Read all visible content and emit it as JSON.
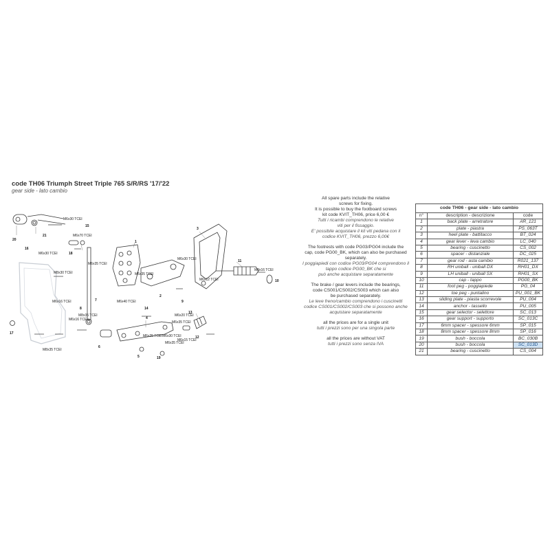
{
  "header": {
    "title": "code TH06 Triumph Street Triple 765 S/R/RS '17/'22",
    "subtitle": "gear side - lato cambio"
  },
  "notes": [
    {
      "lines": [
        "All spare parts include the relative",
        "screws for fixing.",
        "It is possible to buy the footboard screws",
        "kit code KVIT_TH06, price 6,00 €"
      ],
      "italic": false
    },
    {
      "lines": [
        "Tutti i ricambi comprendono le relative",
        "viti per il fissaggio.",
        "E' possibile acquistare il kit viti pedana con il",
        "codice KVIT_TH06, prezzo 6,00€"
      ],
      "italic": true
    },
    {
      "lines": [
        "The footrests with code PG03/PG04 include the",
        "cap, code PG00_BK, which can also be purchased",
        "separately."
      ],
      "italic": false
    },
    {
      "lines": [
        "I poggiapiedi con codice PG03/PG04 comprendono il",
        "tappo codice PG00_BK che si",
        "può anche acquistare separatamente"
      ],
      "italic": true
    },
    {
      "lines": [
        "The brake / gear levers include the bearings,",
        "code CS001/CS002/CS003 which can also",
        "be purchased separately."
      ],
      "italic": false
    },
    {
      "lines": [
        "Le leve freno/cambio comprendono i cuscinetti",
        "codice CS001/CS002/CS003 che si possono anche",
        "acquistare separatamente"
      ],
      "italic": true
    },
    {
      "lines": [
        "all the prices are for a single unit"
      ],
      "italic": false
    },
    {
      "lines": [
        "tutti i prezzi sono per una singola parte"
      ],
      "italic": true
    },
    {
      "lines": [
        "all the prices are without VAT"
      ],
      "italic": false
    },
    {
      "lines": [
        "tutti i prezzi sono senza IVA"
      ],
      "italic": true
    }
  ],
  "table": {
    "caption": "code TH06 - gear side - lato cambio",
    "headers": [
      "n°",
      "description - descrizione",
      "code"
    ],
    "rows": [
      [
        "1",
        "back plate - arretratore",
        "AR_121"
      ],
      [
        "2",
        "plate - piastra",
        "PS_063T"
      ],
      [
        "3",
        "heel plate - battitacco",
        "BT_024"
      ],
      [
        "4",
        "gear lever - leva cambio",
        "LC_040"
      ],
      [
        "5",
        "bearing - cuscinetto",
        "CS_002"
      ],
      [
        "6",
        "spacer - distanziale",
        "DC_025"
      ],
      [
        "7",
        "gear rod - asta cambio",
        "R021_137"
      ],
      [
        "8",
        "RH uniball - uniball DX",
        "RH01_DX"
      ],
      [
        "9",
        "LH uniball - uniball SX",
        "RH01_SX"
      ],
      [
        "10",
        "cap - tappo",
        "PG00_BK"
      ],
      [
        "11",
        "foot peg - poggiapiede",
        "PG_04"
      ],
      [
        "12",
        "toe peg - puntalino",
        "PU_001_BK"
      ],
      [
        "13",
        "sliding plate - piasta scorrevole",
        "PU_004"
      ],
      [
        "14",
        "anchor - tassello",
        "PU_005"
      ],
      [
        "15",
        "gear selector - selettore",
        "SC_013"
      ],
      [
        "16",
        "gear support - supporto",
        "SC_013C"
      ],
      [
        "17",
        "6mm spacer - spessore 6mm",
        "SP_015"
      ],
      [
        "18",
        "8mm spacer - spessore 8mm",
        "SP_016"
      ],
      [
        "19",
        "bush - boccola",
        "BC_030B"
      ],
      [
        "20",
        "bush - boccola",
        "SC_013D"
      ],
      [
        "21",
        "bearing - cuscinetto",
        "CS_004"
      ]
    ],
    "selected_row": 19
  },
  "diagram": {
    "part_numbers": [
      "20",
      "21",
      "16",
      "15",
      "18",
      "17",
      "1",
      "2",
      "3",
      "4",
      "5",
      "6",
      "7",
      "8",
      "9",
      "10",
      "11",
      "12",
      "13",
      "14",
      "19"
    ],
    "screw_labels": [
      "M6x30 TCEI",
      "M6x30 TCEI",
      "M6x70 TCEI",
      "M8x30 TCEI",
      "M6x35 TCEI",
      "M8x35 TCEI",
      "M6x16 TCEI",
      "M6x35 TSEI",
      "M6x12 TCEI",
      "M8x16 TCEI",
      "M6x30 TCEI",
      "M6x20 TCEI",
      "M6x30 TCEI",
      "M6x35 TCEI",
      "M6x35 TCEI",
      "M6x16 TCEI",
      "M6x15 TCEI",
      "M6x35 TCEI",
      "M8x35 TCEI",
      "M6x40 TCEI"
    ]
  }
}
